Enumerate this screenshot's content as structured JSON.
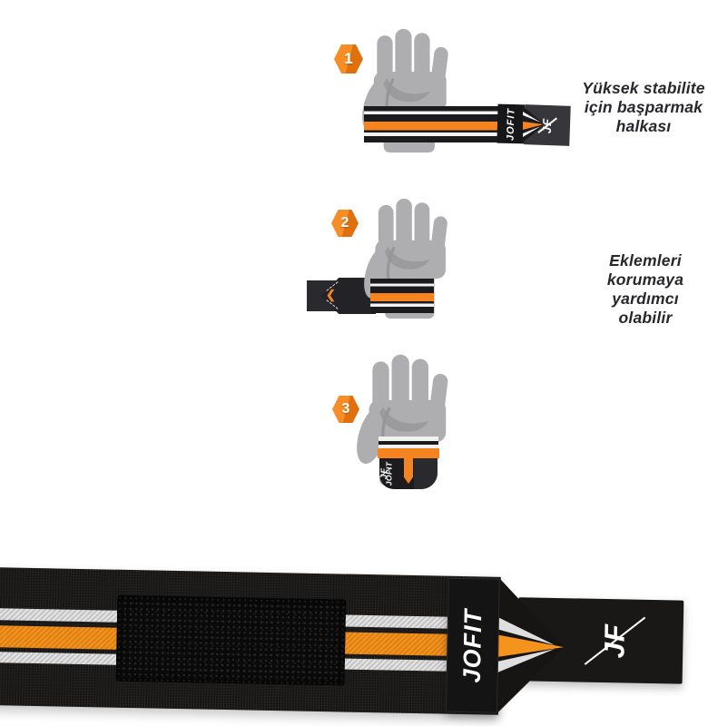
{
  "brand": {
    "name": "JOFIT",
    "logo": "JF"
  },
  "steps": [
    {
      "number": "1",
      "caption": "Yüksek stabilite için başparmak halkası",
      "caption_lines": [
        "Yüksek stabilite",
        "için başparmak",
        "halkası"
      ]
    },
    {
      "number": "2",
      "caption": "Eklemleri korumaya yardımcı olabilir",
      "caption_lines": [
        "Eklemleri",
        "korumaya",
        "yardımcı",
        "olabilir"
      ]
    },
    {
      "number": "3"
    }
  ],
  "icons": {
    "thumb_loop_chevron": "❮"
  },
  "colors": {
    "accent_orange": "#F5831F",
    "band_black": "#1B1B1E",
    "stripe_white": "#F2F2F2",
    "hand_gray": "#AEAEB0",
    "caption_text": "#28282C",
    "velcro_black": "#0A0A0A"
  }
}
